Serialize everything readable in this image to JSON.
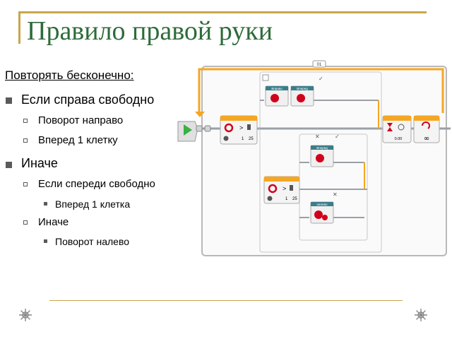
{
  "slide": {
    "title": "Правило правой руки",
    "heading": "Повторять бесконечно:",
    "bullets": {
      "if_right_free": "Если справа свободно",
      "turn_right": "Поворот направо",
      "forward_1": "Вперед 1 клетку",
      "else_1": "Иначе",
      "if_front_free": "Если спереди свободно",
      "forward_2": "Вперед 1 клетка",
      "else_2": "Иначе",
      "turn_left": "Поворот налево"
    }
  },
  "program": {
    "loop_label": "01",
    "block_labels": {
      "b1": "Вправо",
      "b2": "Вперед",
      "b3": "Вперед",
      "b4": "налево"
    },
    "switch1": {
      "compare": ">",
      "value": "25",
      "port": "1"
    },
    "switch2": {
      "compare": ">",
      "value": "25",
      "port": "1"
    },
    "timer_value": "0.00",
    "infinity": "∞"
  },
  "colors": {
    "title": "#2e6b3a",
    "frame_accent": "#c9a64b",
    "loop_orange": "#f5a623",
    "wire_gray": "#9aa0a6",
    "motor_red": "#d0021b",
    "start_green": "#3cb043"
  }
}
